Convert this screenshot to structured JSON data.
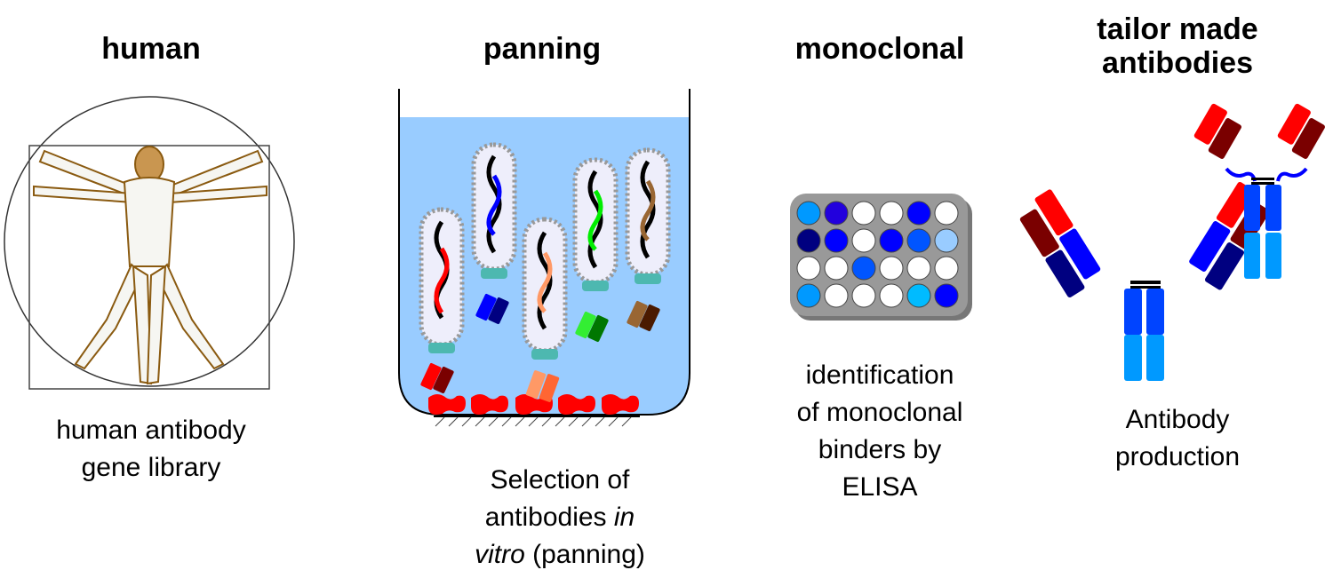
{
  "steps": [
    {
      "title": "human",
      "caption_lines": [
        "human antibody",
        "gene library"
      ]
    },
    {
      "title": "panning",
      "caption_lines": [
        "Selection of",
        "antibodies ",
        "in",
        "vitro",
        " (panning)"
      ]
    },
    {
      "title": "monoclonal",
      "caption_lines": [
        "identification",
        "of monoclonal",
        "binders by",
        "ELISA"
      ]
    },
    {
      "title_lines": [
        "tailor made",
        "antibodies"
      ],
      "caption_lines": [
        "Antibody",
        "production"
      ]
    }
  ],
  "colors": {
    "liquid": "#99ccff",
    "phage_coat": "#e8e8f8",
    "phage_tail": "#4db8b0",
    "antigen": "#ff0000",
    "plate": "#999999",
    "heavy_chain_dark": "#000080",
    "heavy_chain_mid": "#0044ff",
    "heavy_chain_light": "#0099ff"
  },
  "elisa_plate": {
    "rows": [
      [
        "#0099ff",
        "#2200dd",
        "#ffffff",
        "#ffffff",
        "#0000ff",
        "#ffffff"
      ],
      [
        "#000080",
        "#0000ff",
        "#ffffff",
        "#0000ff",
        "#0055ff",
        "#99ccff"
      ],
      [
        "#ffffff",
        "#ffffff",
        "#0055ff",
        "#ffffff",
        "#ffffff",
        "#ffffff"
      ],
      [
        "#0099ff",
        "#ffffff",
        "#ffffff",
        "#ffffff",
        "#00bbff",
        "#0000ff"
      ]
    ]
  }
}
